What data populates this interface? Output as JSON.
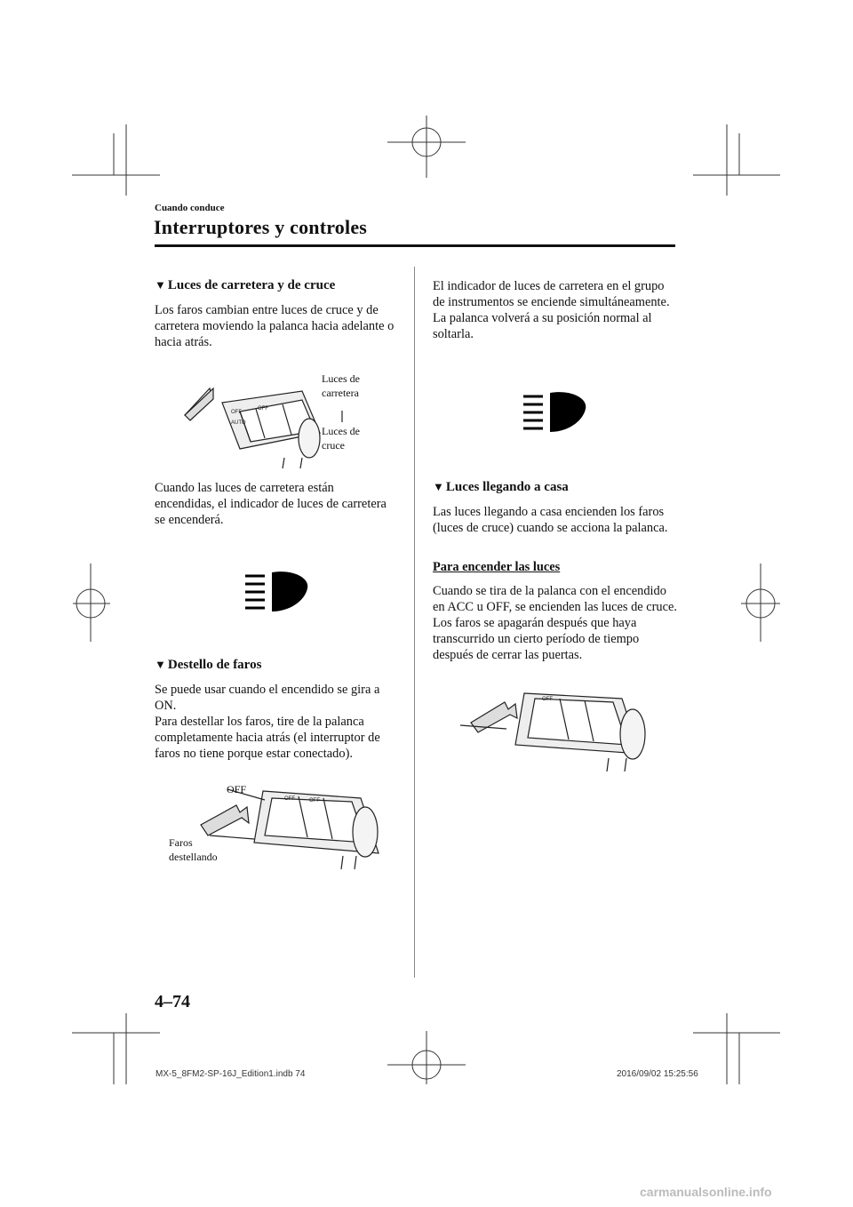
{
  "header": {
    "section_small": "Cuando conduce",
    "section_title": "Interruptores y controles"
  },
  "left": {
    "s1_title": "Luces de carretera y de cruce",
    "s1_p1": "Los faros cambian entre luces de cruce y de carretera moviendo la palanca hacia adelante o hacia atrás.",
    "fig1_label_a": "Luces de carretera",
    "fig1_label_b": "Luces de cruce",
    "s1_p2": "Cuando las luces de carretera están encendidas, el indicador de luces de carretera se encenderá.",
    "s2_title": "Destello de faros",
    "s2_p1": "Se puede usar cuando el encendido se gira a ON.",
    "s2_p2": "Para destellar los faros, tire de la palanca completamente hacia atrás (el interruptor de faros no tiene porque estar conectado).",
    "fig2_label_off": "OFF",
    "fig2_label_flash": "Faros destellando"
  },
  "right": {
    "p1": "El indicador de luces de carretera en el grupo de instrumentos se enciende simultáneamente. La palanca volverá a su posición normal al soltarla.",
    "s3_title": "Luces llegando a casa",
    "s3_p1": "Las luces llegando a casa encienden los faros (luces de cruce) cuando se acciona la palanca.",
    "s3_subhead": "Para encender las luces",
    "s3_p2": "Cuando se tira de la palanca con el encendido en ACC u OFF, se encienden las luces de cruce.",
    "s3_p3": "Los faros se apagarán después que haya transcurrido un cierto período de tiempo después de cerrar las puertas."
  },
  "lever_markings": {
    "off": "OFF",
    "auto": "AUTO"
  },
  "footer": {
    "page_number": "4–74",
    "file": "MX-5_8FM2-SP-16J_Edition1.indb   74",
    "timestamp": "2016/09/02   15:25:56",
    "watermark": "carmanualsonline.info"
  },
  "icons": {
    "triangle": "▼"
  }
}
